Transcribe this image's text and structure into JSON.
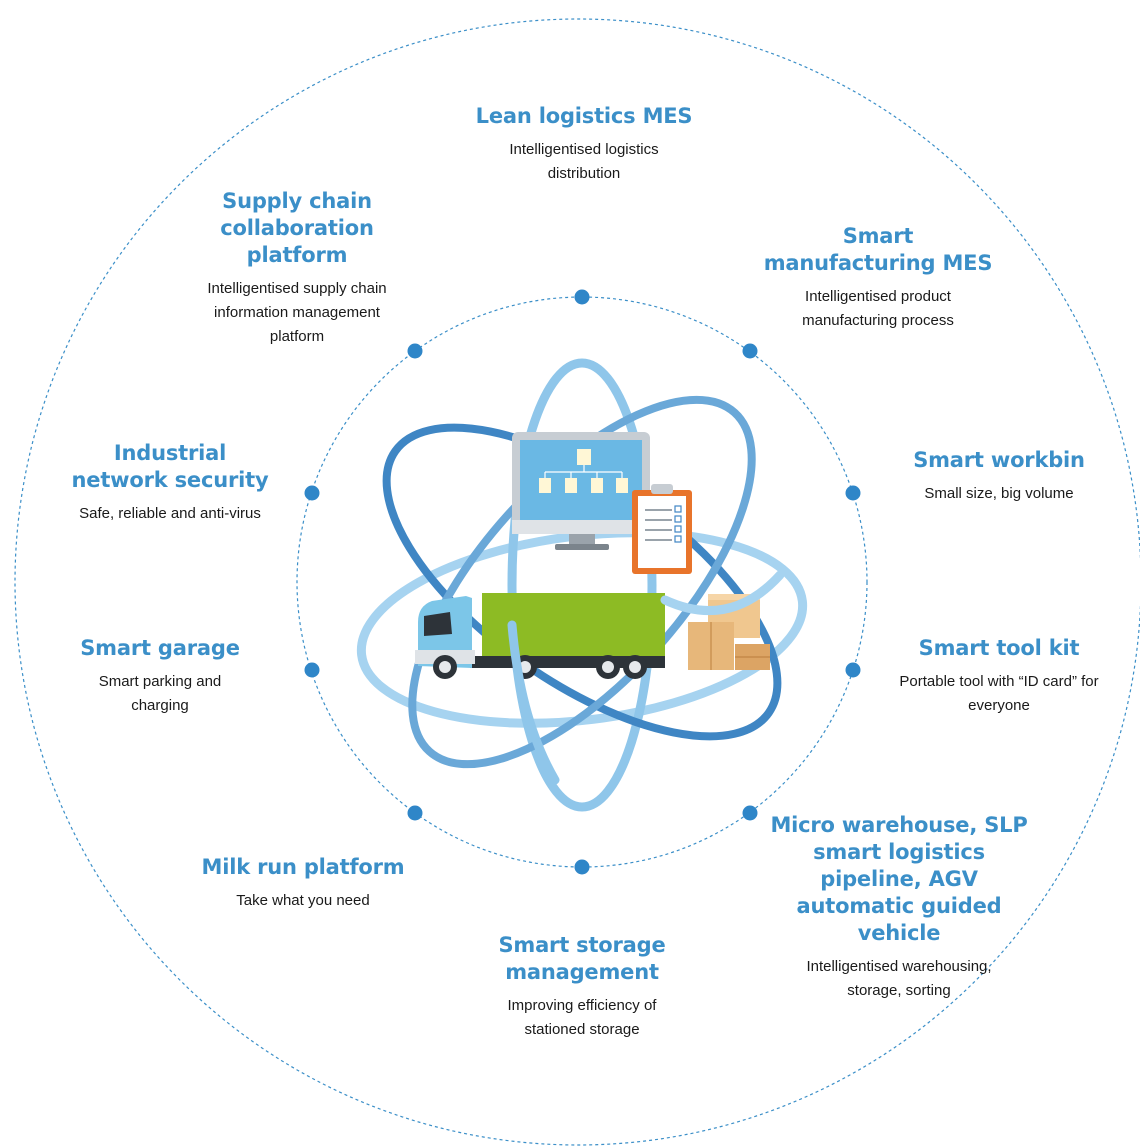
{
  "colors": {
    "title": "#3b8fc8",
    "description": "#1a1a1a",
    "dashed_circle": "#3b8fc8",
    "node_dot": "#2f86c8",
    "orbit_dark": "#3f86c4",
    "orbit_light": "#a6d3f0",
    "truck_cab": "#7cc6e8",
    "truck_cargo": "#8dbb24",
    "monitor_screen": "#6ab8e4",
    "clipboard": "#e8742b",
    "box": "#e7b77a"
  },
  "nodes": [
    {
      "id": "lean-logistics-mes",
      "title": "Lean logistics MES",
      "description": "Intelligentised logistics distribution"
    },
    {
      "id": "smart-manufacturing-mes",
      "title": "Smart manufacturing MES",
      "description": "Intelligentised product manufacturing process"
    },
    {
      "id": "smart-workbin",
      "title": "Smart workbin",
      "description": "Small size, big volume"
    },
    {
      "id": "smart-tool-kit",
      "title": "Smart tool kit",
      "description": "Portable tool with “ID card” for everyone"
    },
    {
      "id": "micro-warehouse",
      "title": "Micro warehouse, SLP smart logistics pipeline, AGV automatic guided vehicle",
      "description": "Intelligentised warehousing, storage, sorting"
    },
    {
      "id": "smart-storage-management",
      "title": "Smart storage management",
      "description": "Improving efficiency of stationed storage"
    },
    {
      "id": "milk-run-platform",
      "title": "Milk run platform",
      "description": "Take what you need"
    },
    {
      "id": "smart-garage",
      "title": "Smart garage",
      "description": "Smart parking and charging"
    },
    {
      "id": "industrial-network-security",
      "title": "Industrial network security",
      "description": "Safe, reliable and anti-virus"
    },
    {
      "id": "supply-chain-collaboration-platform",
      "title": "Supply chain collaboration platform",
      "description": "Intelligentised supply chain information management platform"
    }
  ],
  "center": {
    "icons": [
      "monitor-icon",
      "org-chart-icon",
      "clipboard-checklist-icon",
      "truck-icon",
      "cardboard-box-icon"
    ]
  }
}
